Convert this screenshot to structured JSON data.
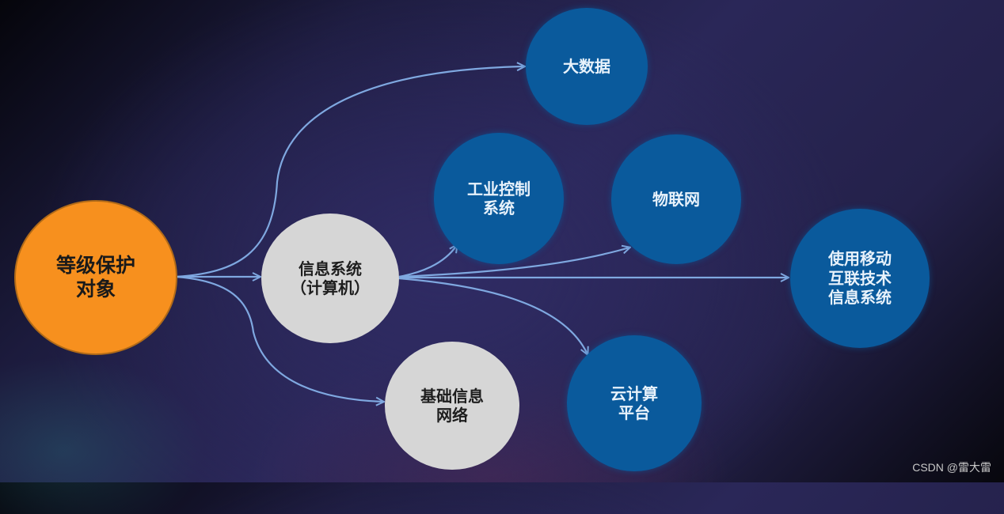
{
  "diagram": {
    "title": "等级保护对象",
    "colors": {
      "root": "#f7901e",
      "intermediate": "#d6d6d6",
      "leaf": "#0a5a9c",
      "arrow": "#7fa8e0"
    },
    "nodes": {
      "root": {
        "label": "等级保护\n对象"
      },
      "info_system": {
        "label": "信息系统\n（计算机）"
      },
      "basic_network": {
        "label": "基础信息\n网络"
      },
      "big_data": {
        "label": "大数据"
      },
      "ics": {
        "label": "工业控制\n系统"
      },
      "iot": {
        "label": "物联网"
      },
      "mobile": {
        "label": "使用移动\n互联技术\n信息系统"
      },
      "cloud": {
        "label": "云计算\n平台"
      }
    },
    "edges": [
      {
        "from": "root",
        "to": "big_data"
      },
      {
        "from": "root",
        "to": "info_system"
      },
      {
        "from": "root",
        "to": "basic_network"
      },
      {
        "from": "info_system",
        "to": "ics"
      },
      {
        "from": "info_system",
        "to": "iot"
      },
      {
        "from": "info_system",
        "to": "mobile"
      },
      {
        "from": "info_system",
        "to": "cloud"
      }
    ]
  },
  "watermark": "CSDN @雷大雷"
}
